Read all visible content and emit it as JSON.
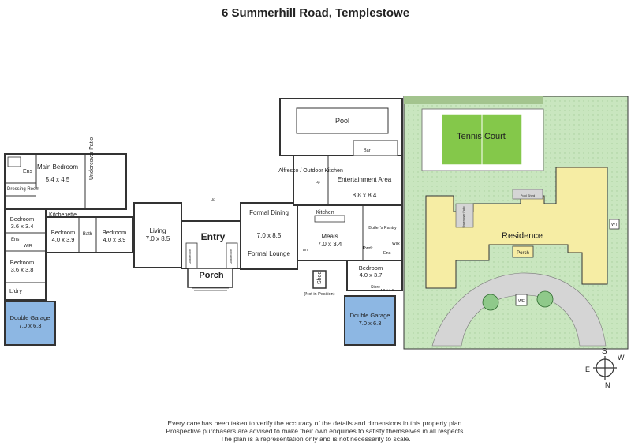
{
  "title": "6 Summerhill Road, Templestowe",
  "rooms": {
    "pool": "Pool",
    "ens_main": "Ens",
    "main_bedroom_name": "Main Bedroom",
    "main_bedroom_size": "5.4 x 4.5",
    "undercover_patio": "Undercover Patio",
    "dressing": "Dressing Room",
    "kitchenette": "Kitchenette",
    "bed_left1_name": "Bedroom",
    "bed_left1_size": "3.6 x 3.4",
    "ens_left": "Ens",
    "wir": "WIR",
    "bed_left2_name": "Bedroom",
    "bed_left2_size": "3.6 x 3.8",
    "ldry": "L'dry",
    "garage_left_name": "Double Garage",
    "garage_left_size": "7.0 x 6.3",
    "bed_mid1_name": "Bedroom",
    "bed_mid1_size": "4.0 x 3.9",
    "bath": "Bath",
    "bed_mid2_name": "Bedroom",
    "bed_mid2_size": "4.0 x 3.9",
    "living_name": "Living",
    "living_size": "7.0 x 8.5",
    "entry": "Entry",
    "cloak1": "Cloak Room",
    "cloak2": "Cloak Room",
    "porch": "Porch",
    "formal_dining": "Formal Dining",
    "formal_size": "7.0 x 8.5",
    "formal_lounge": "Formal Lounge",
    "alfresco": "Alfresco / Outdoor Kitchen",
    "entertainment_name": "Entertainment Area",
    "entertainment_size": "8.8 x 8.4",
    "kitchen": "Kitchen",
    "butlers": "Butler's Pantry",
    "meals_name": "Meals",
    "meals_size": "7.0 x 3.4",
    "powder": "Pwdr",
    "ens_right": "Ens",
    "wir_right": "WIR",
    "bed_right_name": "Bedroom",
    "bed_right_size": "4.0 x 3.7",
    "store": "Store",
    "store_size": "4.8 x 1.6",
    "shed": "Shed",
    "not_in_position": "(Not in Position)",
    "garage_right_name": "Double Garage",
    "garage_right_size": "7.0 x 6.3",
    "bar": "Bar",
    "up": "Up",
    "dn": "Dn"
  },
  "site": {
    "tennis_court": "Tennis Court",
    "residence": "Residence",
    "porch": "Porch",
    "wt": "WT",
    "wf": "WF",
    "undercover": "Undercover Patio",
    "pool_house": "Pool Shed"
  },
  "compass": {
    "s": "S",
    "e": "E",
    "w": "W",
    "n": "N"
  },
  "colors": {
    "garage": "#8db7e3",
    "residence": "#f6eda4",
    "grass": "#c9e6bf",
    "court": "#84c84a",
    "path": "#d5d5d5"
  },
  "disclaimer": [
    "Every care has been taken to verify the accuracy of the details and dimensions in this property plan.",
    "Prospective purchasers are advised to make their own enquiries to satisfy themselves in all respects.",
    "The plan is a representation only and is not necessarily to scale."
  ]
}
